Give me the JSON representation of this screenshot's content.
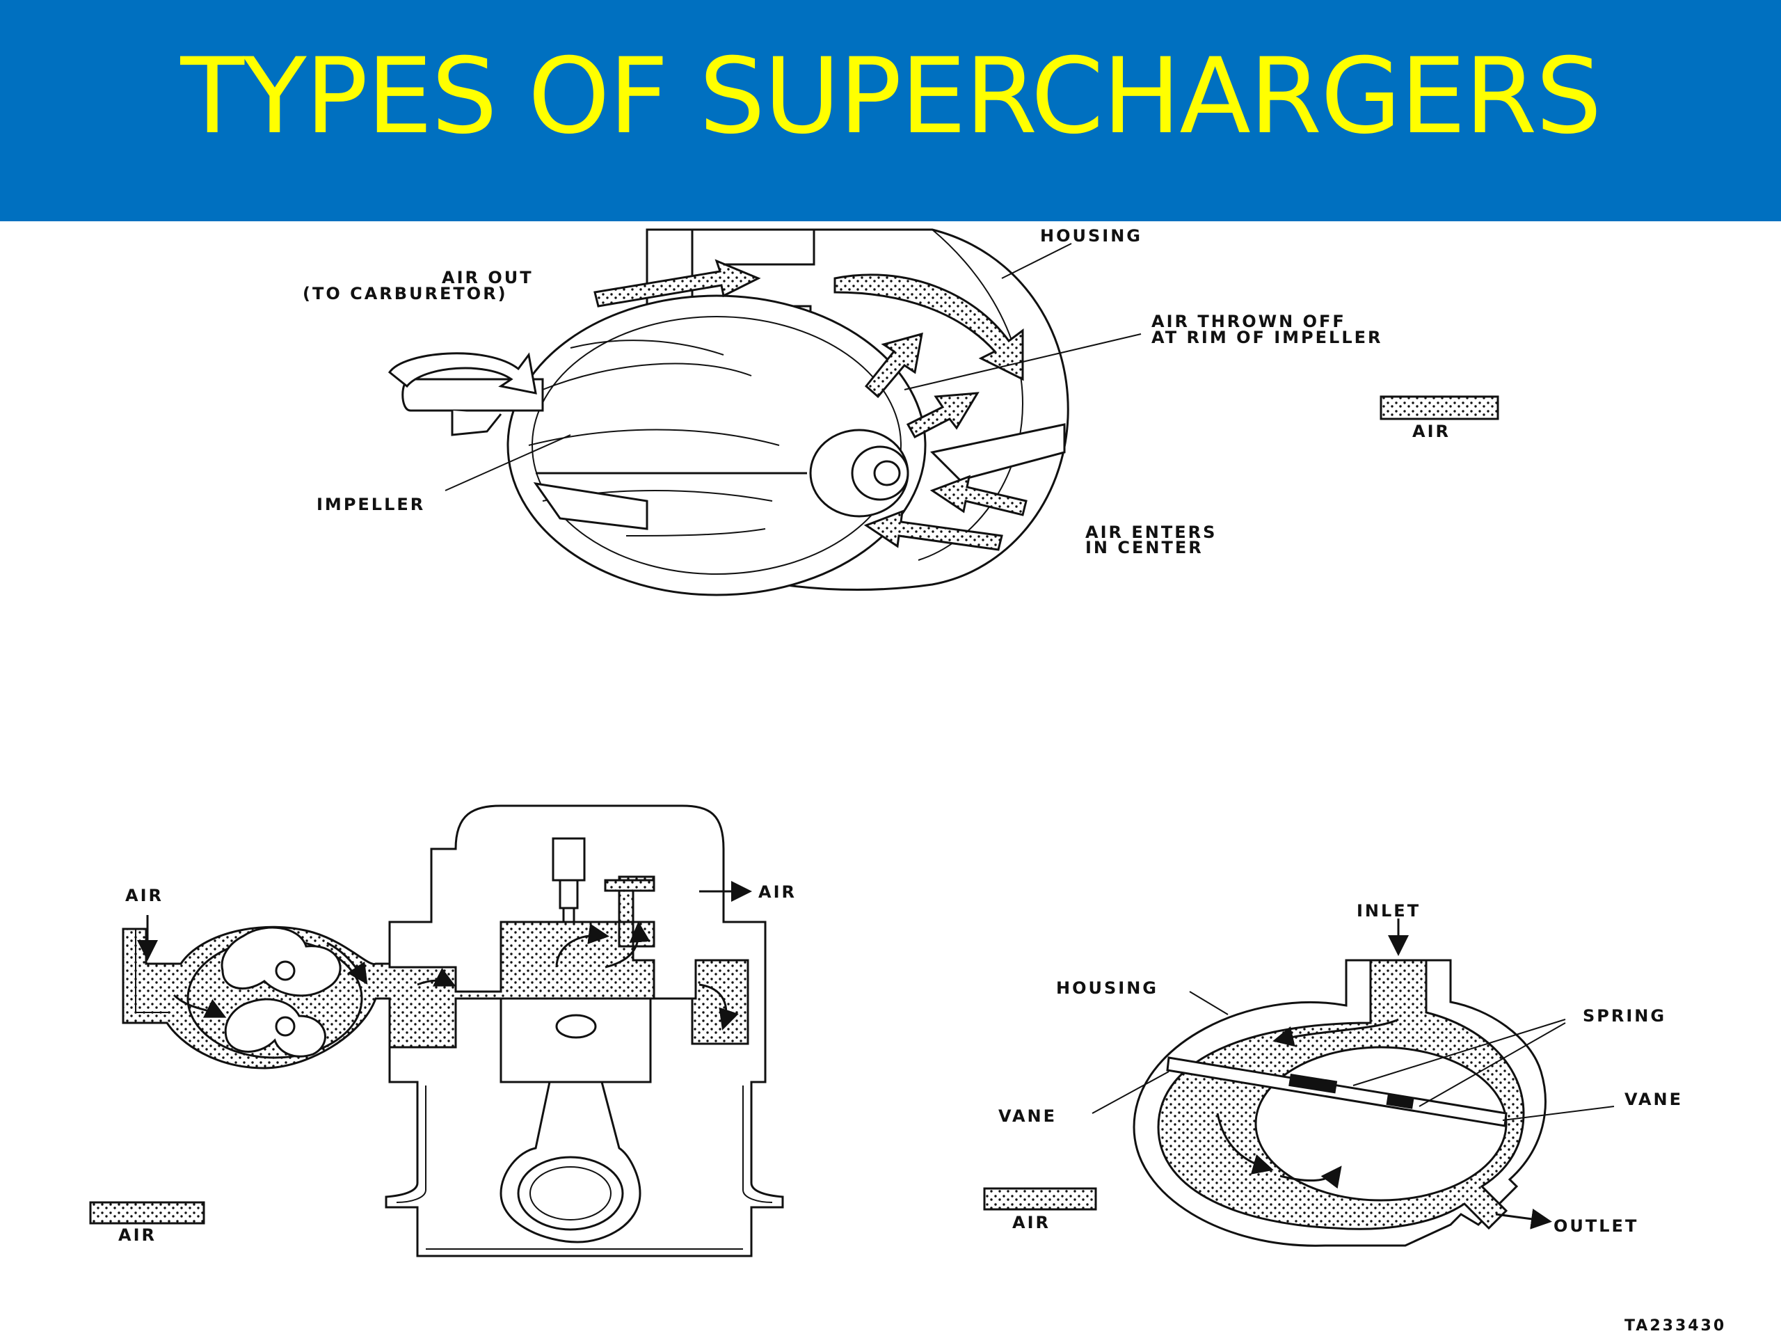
{
  "title": "TYPES OF SUPERCHARGERS",
  "colors": {
    "header_bg": "#0070c0",
    "title": "#ffff00",
    "line": "#111111",
    "background": "#ffffff"
  },
  "centrifugal": {
    "housing": "HOUSING",
    "air_out_1": "AIR OUT",
    "air_out_2": "(TO CARBURETOR)",
    "thrown_1": "AIR THROWN OFF",
    "thrown_2": "AT RIM OF IMPELLER",
    "legend": "AIR",
    "impeller": "IMPELLER",
    "enters_1": "AIR ENTERS",
    "enters_2": "IN CENTER"
  },
  "roots": {
    "air_in": "AIR",
    "air_out": "AIR",
    "legend": "AIR"
  },
  "vane": {
    "inlet": "INLET",
    "housing": "HOUSING",
    "spring": "SPRING",
    "vane_left": "VANE",
    "vane_right": "VANE",
    "legend": "AIR",
    "outlet": "OUTLET"
  },
  "figure_id": "TA233430"
}
